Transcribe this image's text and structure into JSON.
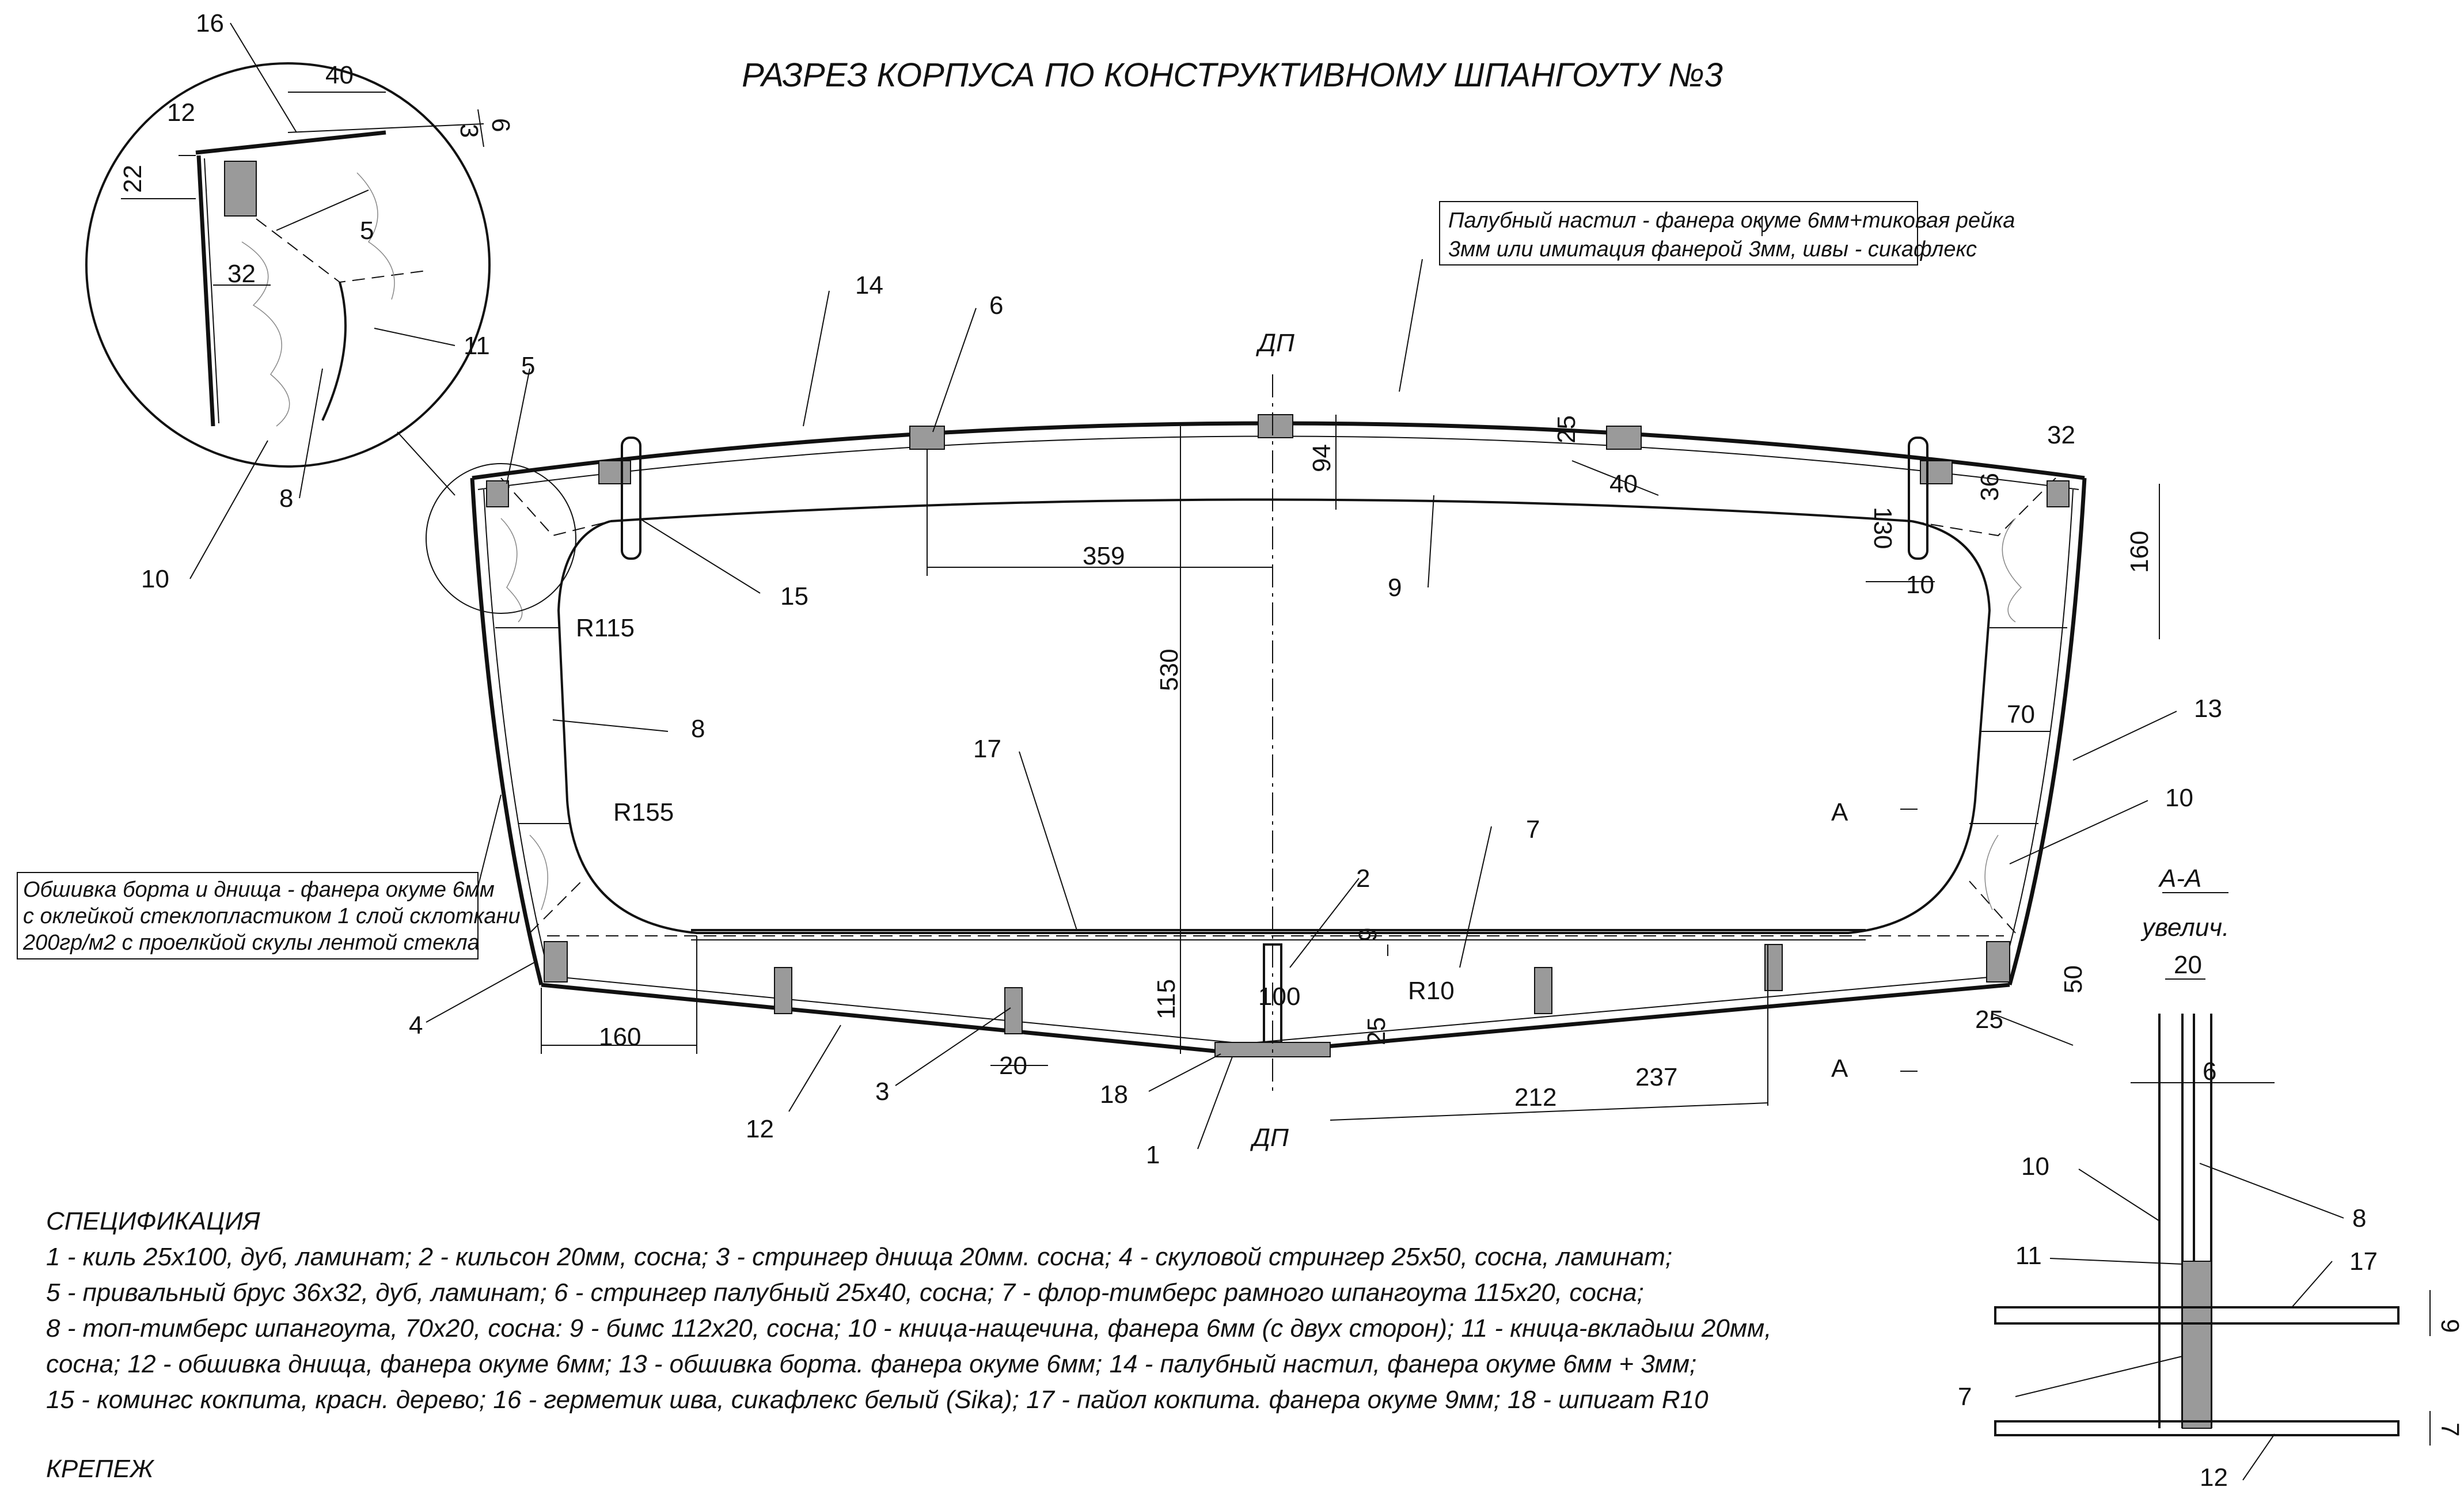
{
  "title": "РАЗРЕЗ КОРПУСА ПО КОНСТРУКТИВНОМУ ШПАНГОУТУ №3",
  "centerline_label": "ДП",
  "notes": {
    "deck": [
      "Палубный настил - фанера окуме 6мм+тиковая рейка",
      "3мм или имитация фанерой 3мм, швы - сикафлекс"
    ],
    "side": [
      "Обшивка борта и днища - фанера окуме 6мм",
      "с оклейкой стеклопластиком 1 слой склоткани",
      "200гр/м2 с проелкйой скулы лентой стекла"
    ]
  },
  "callouts": {
    "n1": "1",
    "n2": "2",
    "n3": "3",
    "n4": "4",
    "n5": "5",
    "n6": "6",
    "n7": "7",
    "n8": "8",
    "n9": "9",
    "n10": "10",
    "n11": "11",
    "n12": "12",
    "n13": "13",
    "n14": "14",
    "n15": "15",
    "n16": "16",
    "n17": "17",
    "n18": "18"
  },
  "dimensions": {
    "d359": "359",
    "d530": "530",
    "d94": "94",
    "d25": "25",
    "d40": "40",
    "d32": "32",
    "d130": "130",
    "d36": "36",
    "d160": "160",
    "d10": "10",
    "d70": "70",
    "d115": "115",
    "d100": "100",
    "dR10": "R10",
    "d9": "9",
    "d20": "20",
    "d212": "212",
    "d237": "237",
    "d50": "50",
    "dR115": "R115",
    "dR155": "R155",
    "d12": "12",
    "d22": "22",
    "d3": "3",
    "d6": "6",
    "d7": "7",
    "sectionA": "A"
  },
  "section_view": {
    "title": "А-А",
    "subtitle": "увелич."
  },
  "spec": {
    "heading": "СПЕЦИФИКАЦИЯ",
    "lines": [
      "1 - киль 25х100, дуб, ламинат; 2 - кильсон 20мм, сосна; 3 - стрингер днища 20мм. сосна; 4 - скуловой стрингер 25х50, сосна, ламинат;",
      "5 - привальный брус 36х32, дуб, ламинат; 6 - стрингер палубный 25х40, сосна; 7 - флор-тимберс рамного шпангоута 115х20, сосна;",
      "8 - топ-тимберс шпангоута, 70х20, сосна: 9 - бимс 112х20, сосна; 10 - кница-нащечина, фанера 6мм (с двух сторон); 11 - кница-вкладыш 20мм,",
      "сосна; 12 - обшивка днища, фанера окуме 6мм; 13 - обшивка борта. фанера окуме 6мм; 14 - палубный настил, фанера окуме 6мм + 3мм;",
      "15 - комингс кокпита, красн. дерево; 16 - герметик шва, сикафлекс белый (Sika); 17 - пайол кокпита. фанера окуме 9мм; 18 - шпигат R10"
    ],
    "fastening_heading": "КРЕПЕЖ"
  }
}
